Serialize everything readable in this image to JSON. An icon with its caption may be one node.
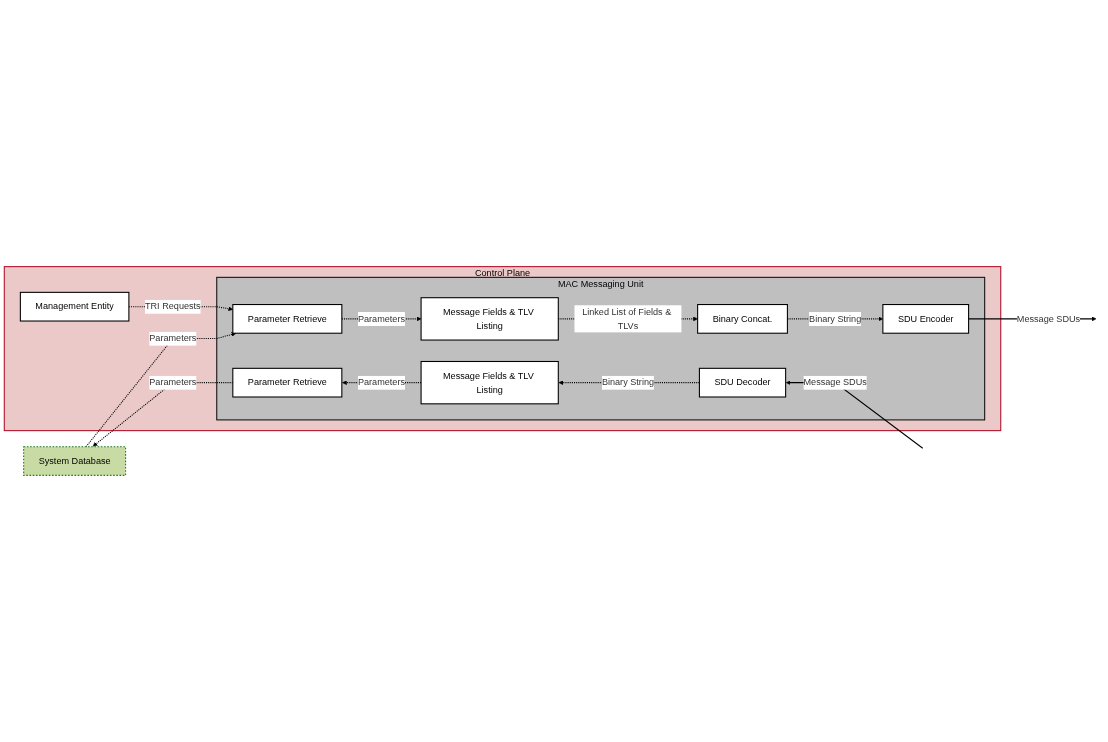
{
  "diagram": {
    "nodes": [
      {
        "text": [
          "System Database"
        ]
      },
      {
        "text": [
          "Control Plane"
        ]
      },
      {
        "text": [
          "Management Entity"
        ],
        "in": 1
      },
      {
        "text": [
          "MAC Messaging Unit"
        ],
        "in": 1
      },
      {
        "text": [
          "Parameter Retrieve"
        ],
        "in": 3
      },
      {
        "text": [
          "Message Fields & TLV Listing"
        ],
        "in": 3
      },
      {
        "text": [
          "Binary Concat."
        ],
        "in": 3
      },
      {
        "text": [
          "SDU Encoder"
        ],
        "in": 3
      },
      {
        "text": [
          "Parameter Retrieve"
        ],
        "in": 3
      },
      {
        "text": [
          "Message Fields & TLV Listing"
        ],
        "in": 3
      },
      {
        "text": [
          "SDU Decoder"
        ],
        "in": 3
      }
    ],
    "edges": [
      {
        "from": 0,
        "to": 4,
        "arrow": "to",
        "style": "dashed",
        "label": "Parameters"
      },
      {
        "from": 2,
        "to": 4,
        "arrow": "to",
        "style": "dashed",
        "label": "TRI Requests"
      },
      {
        "from": 4,
        "to": 5,
        "arrow": "to",
        "style": "dashed",
        "label": "Parameters"
      },
      {
        "from": 5,
        "to": 6,
        "arrow": "to",
        "style": "dashed",
        "label": "Linked List of Fields & TLVs"
      },
      {
        "from": 6,
        "to": 7,
        "arrow": "to",
        "style": "dashed",
        "label": "Binary String"
      },
      {
        "from": 7,
        "to": null,
        "arrow": "to",
        "label": "Message SDUs"
      },
      {
        "from": null,
        "to": 10,
        "arrow": "to",
        "label": "Message SDUs"
      },
      {
        "from": 10,
        "to": 9,
        "arrow": "to",
        "style": "dashed",
        "label": "Binary String"
      },
      {
        "from": 9,
        "to": 8,
        "arrow": "to",
        "style": "dashed",
        "label": "Parameters"
      },
      {
        "from": 8,
        "to": 0,
        "arrow": "to",
        "style": "dashed",
        "label": "Parameters"
      }
    ]
  }
}
